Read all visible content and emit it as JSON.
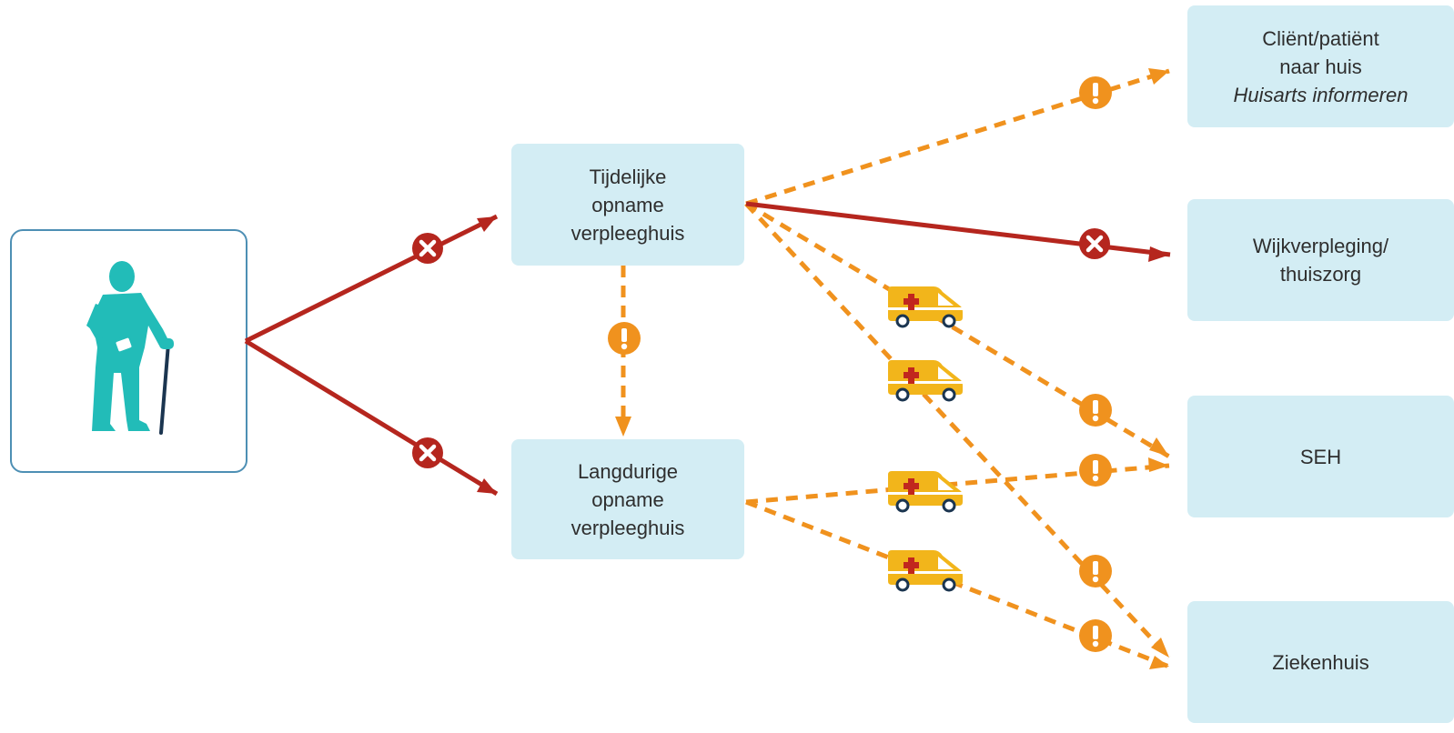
{
  "nodes": {
    "tijdelijke": {
      "lines": [
        "Tijdelijke",
        "opname",
        "verpleeghuis"
      ]
    },
    "langdurige": {
      "lines": [
        "Langdurige",
        "opname",
        "verpleeghuis"
      ]
    },
    "naar_huis": {
      "lines": [
        "Cliënt/patiënt",
        "naar huis"
      ],
      "note": "Huisarts informeren"
    },
    "wijk": {
      "lines": [
        "Wijkverpleging/",
        "thuiszorg"
      ]
    },
    "seh": {
      "lines": [
        "SEH"
      ]
    },
    "ziekenhuis": {
      "lines": [
        "Ziekenhuis"
      ]
    }
  },
  "icons": {
    "person": "elderly-person-with-cane",
    "ambulance": "ambulance",
    "cross_marker": "x-circle",
    "warning_marker": "exclamation-circle"
  },
  "colors": {
    "box_fill": "#d3edf4",
    "person_border": "#4d8fb4",
    "person": "#22bcb8",
    "solid_arrow": "#b5261e",
    "dashed_arrow": "#f0921e",
    "ambulance": "#f2b51b"
  }
}
